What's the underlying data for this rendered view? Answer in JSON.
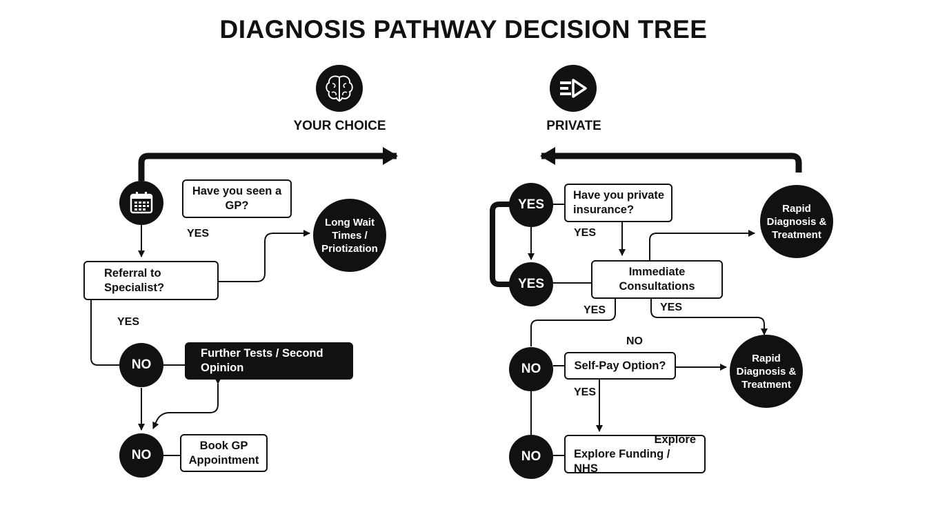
{
  "title": "DIAGNOSIS PATHWAY DECISION TREE",
  "headers": {
    "left": {
      "label": "YOUR CHOICE",
      "icon": "brain-icon"
    },
    "right": {
      "label": "PRIVATE",
      "icon": "arrow-play-icon"
    }
  },
  "left": {
    "q_seen_gp": "Have you seen a GP?",
    "referral": "Referral to Specialist?",
    "long_wait": "Long Wait Times / Priotization",
    "further_tests": "Further Tests / Second Opinion",
    "book_gp": "Book GP Appointment",
    "no_1": "NO",
    "no_2": "NO",
    "yes_1": "YES",
    "yes_2": "YES"
  },
  "right": {
    "q_private": "Have you private insurance?",
    "immediate": "Immediate Consultations",
    "rapid_1": "Rapid Diagnosis & Treatment",
    "rapid_2": "Rapid Diagnosis & Treatment",
    "self_pay": "Self-Pay Option?",
    "explore_title": "Explore",
    "explore": "Explore Funding / NHS",
    "yes_circle_1": "YES",
    "yes_circle_2": "YES",
    "no_circle_1": "NO",
    "no_circle_2": "NO",
    "yes_1": "YES",
    "yes_2": "YES",
    "yes_3": "YES",
    "yes_4": "YES",
    "no_label": "NO"
  },
  "colors": {
    "ink": "#111111",
    "background": "#ffffff"
  }
}
